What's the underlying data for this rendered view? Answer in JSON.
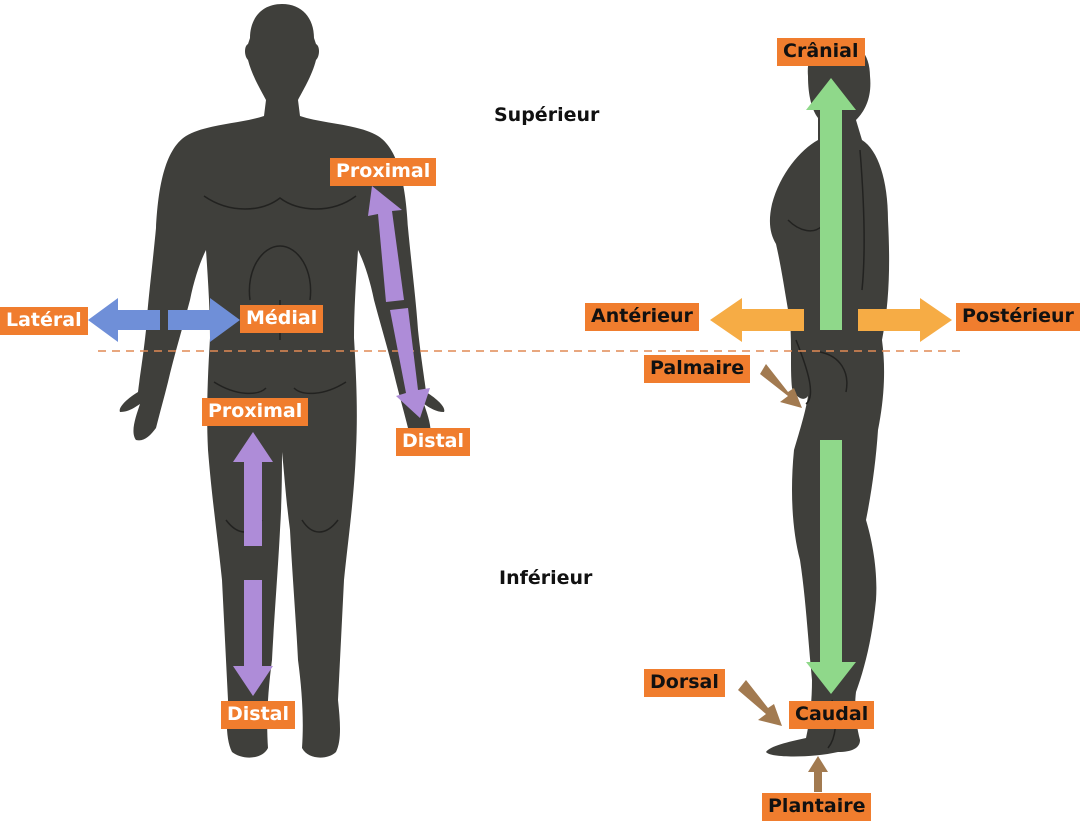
{
  "labels": {
    "superieur": "Supérieur",
    "inferieur": "Inférieur",
    "lateral": "Latéral",
    "medial": "Médial",
    "proximal_arm": "Proximal",
    "distal_arm": "Distal",
    "proximal_leg": "Proximal",
    "distal_leg": "Distal",
    "cranial": "Crânial",
    "anterieur": "Antérieur",
    "posterieur": "Postérieur",
    "palmaire": "Palmaire",
    "dorsal": "Dorsal",
    "caudal": "Caudal",
    "plantaire": "Plantaire"
  },
  "colors": {
    "body": "#3f3f3b",
    "label_bg": "#f07d2e",
    "lateral_medial_arrow": "#6f8fd8",
    "proximal_distal_arrow": "#ae8cd8",
    "cranial_caudal_arrow": "#8fd88a",
    "anterior_posterior_arrow": "#f6ac45",
    "palmar_dorsal_plantar_arrow": "#a27a50",
    "midline": "#e08a55"
  }
}
